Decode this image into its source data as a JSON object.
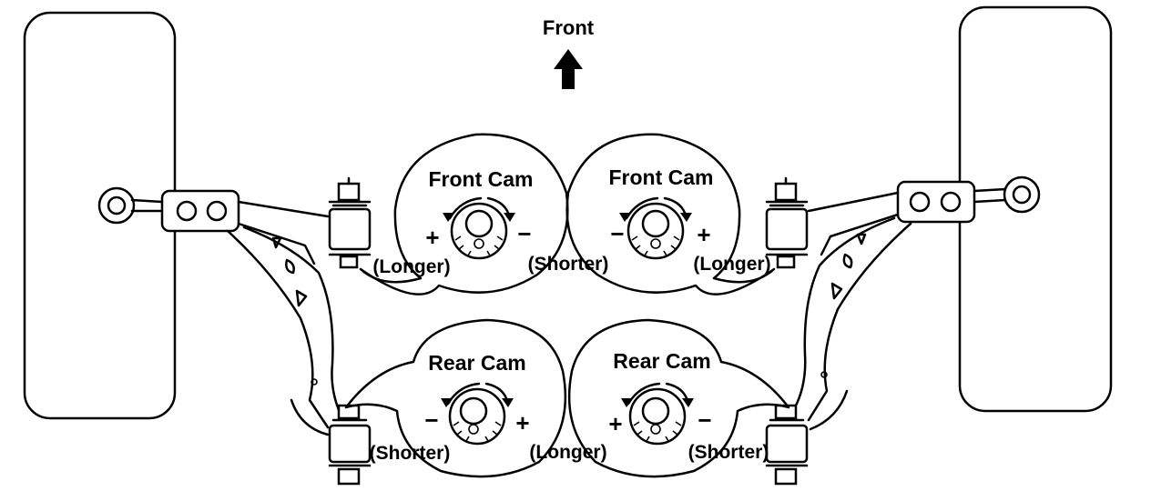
{
  "direction": {
    "label": "Front",
    "icon": "up-arrow-icon"
  },
  "cams": {
    "front_left": {
      "title": "Front Cam",
      "left_sign": "+",
      "right_sign": "−",
      "left_note": "(Longer)",
      "right_note": "(Shorter)"
    },
    "front_right": {
      "title": "Front Cam",
      "left_sign": "−",
      "right_sign": "+",
      "right_note": "(Longer)"
    },
    "rear_left": {
      "title": "Rear Cam",
      "left_sign": "−",
      "right_sign": "+",
      "left_note": "(Shorter)",
      "right_note": "(Longer)"
    },
    "rear_right": {
      "title": "Rear Cam",
      "left_sign": "+",
      "right_sign": "−",
      "right_note": "(Shorter)"
    }
  },
  "colors": {
    "ink": "#000000",
    "paper": "#ffffff"
  }
}
